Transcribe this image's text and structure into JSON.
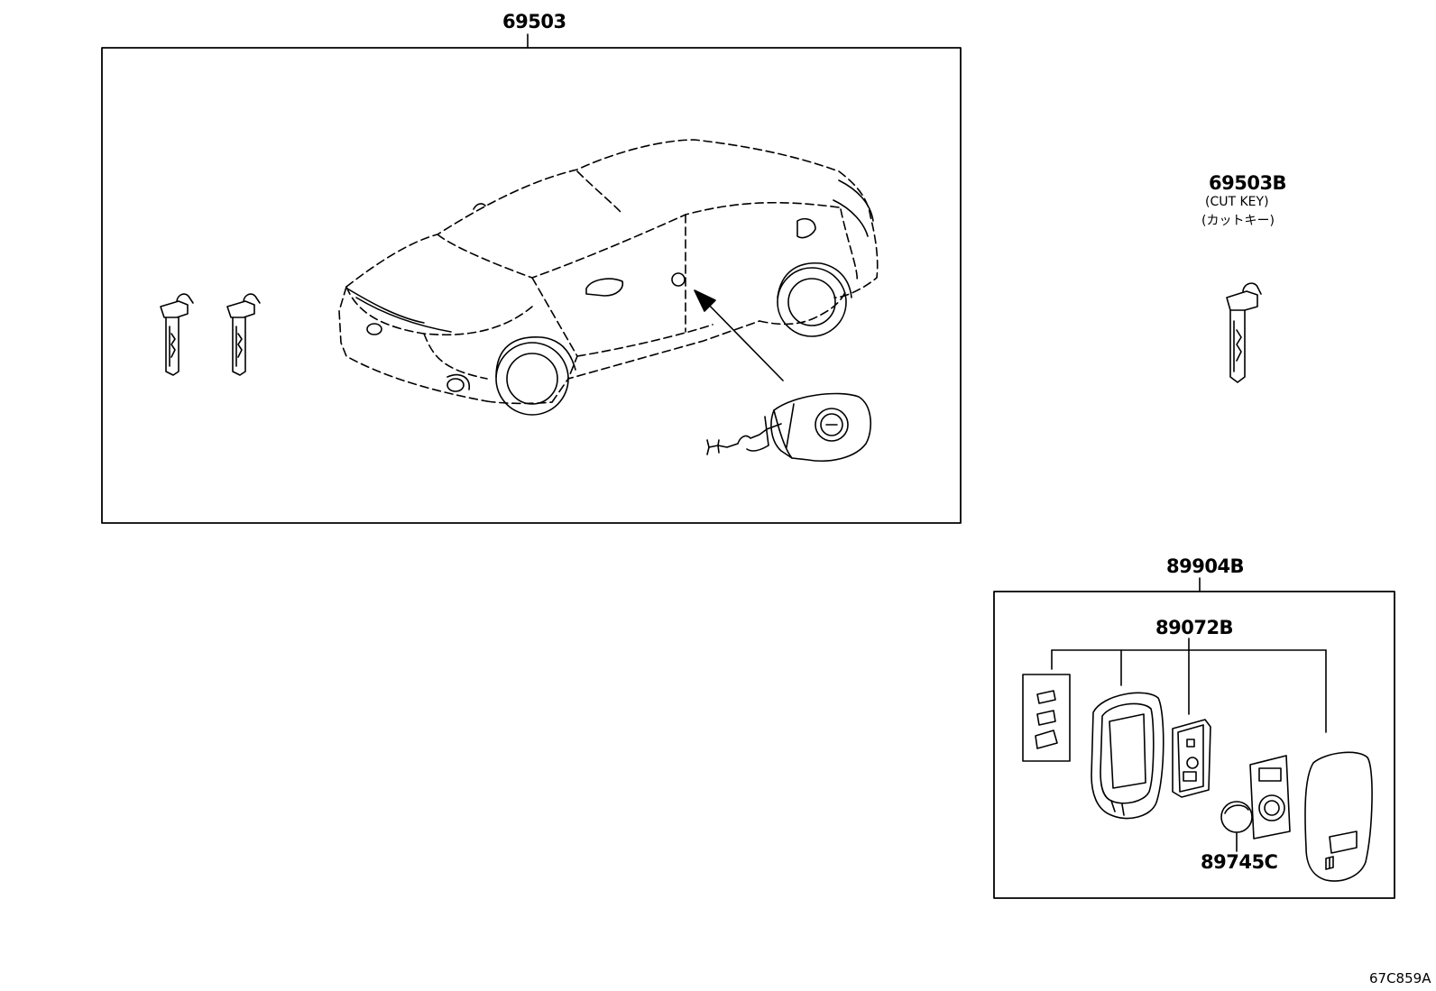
{
  "parts": {
    "lock_set": {
      "number": "69503"
    },
    "cut_key": {
      "number": "69503B",
      "desc_en": "(CUT KEY)",
      "desc_jp": "(カットキー)"
    },
    "transmitter_assy": {
      "number": "89904B"
    },
    "transmitter_housing": {
      "number": "89072B"
    },
    "battery": {
      "number": "89745C"
    }
  },
  "figure_id": "67C859A",
  "colors": {
    "line": "#000000",
    "background": "#ffffff"
  }
}
